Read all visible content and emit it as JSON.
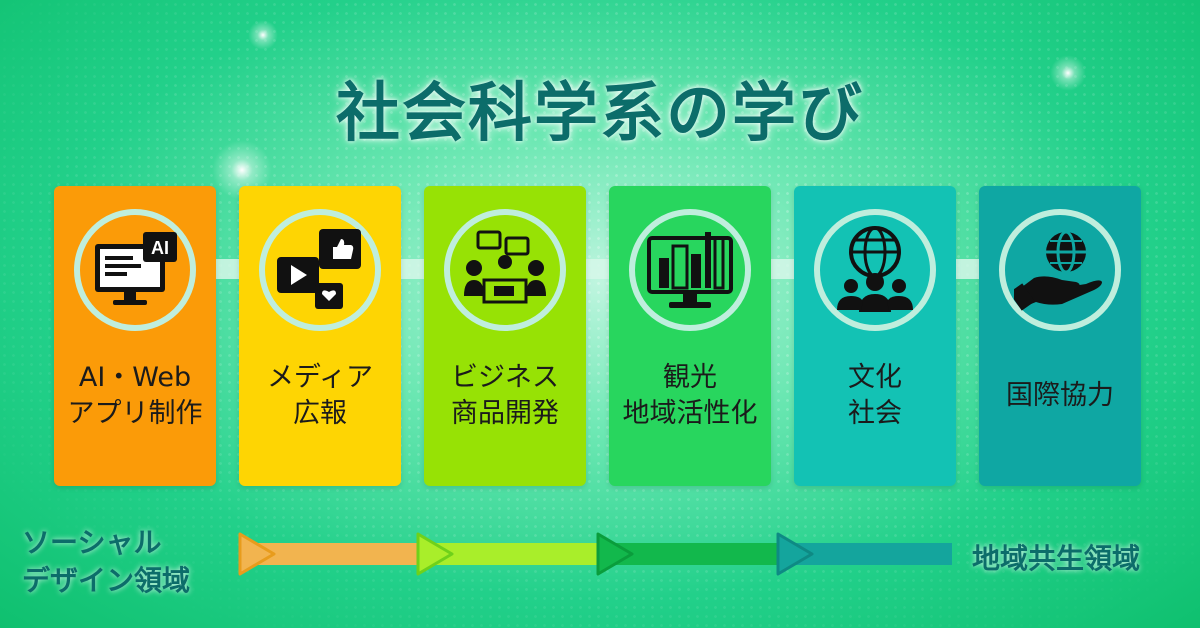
{
  "title": "社会科学系の学び",
  "cards": [
    {
      "line1": "AI・Web",
      "line2": "アプリ制作",
      "icon": "ai-monitor-icon",
      "color": "#fb9b08"
    },
    {
      "line1": "メディア",
      "line2": "広報",
      "icon": "social-media-icon",
      "color": "#fed503"
    },
    {
      "line1": "ビジネス",
      "line2": "商品開発",
      "icon": "business-meeting-icon",
      "color": "#97e205"
    },
    {
      "line1": "観光",
      "line2": "地域活性化",
      "icon": "city-monitor-icon",
      "color": "#28d65e"
    },
    {
      "line1": "文化",
      "line2": "社会",
      "icon": "globe-people-icon",
      "color": "#13c2b4"
    },
    {
      "line1": "国際協力",
      "line2": "",
      "icon": "globe-hand-icon",
      "color": "#0fa7a3"
    }
  ],
  "left_label": {
    "line1": "ソーシャル",
    "line2": "デザイン領域"
  },
  "right_label": "地域共生領域"
}
